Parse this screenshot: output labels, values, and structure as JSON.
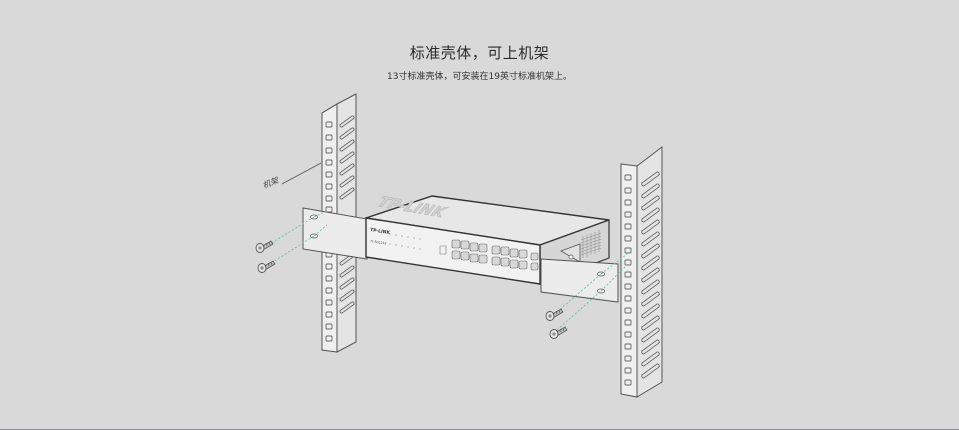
{
  "header": {
    "title": "标准壳体，可上机架",
    "subtitle": "13寸标准壳体，可安装在19英寸标准机架上。"
  },
  "illustration": {
    "rack_label": "机架",
    "switch_brand": "TP-LINK",
    "switch_front_logo": "TP-LINK",
    "switch_model": "TL-SG1218",
    "colors": {
      "background": "#d9d9d9",
      "line": "#4a4a4a",
      "metal": "#ececec",
      "dash_guide": "#5fbfa8"
    }
  }
}
